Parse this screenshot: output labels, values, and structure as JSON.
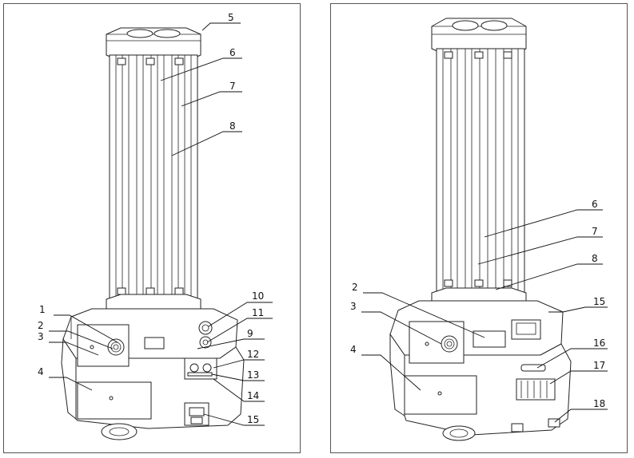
{
  "figure": {
    "left_view": {
      "callouts": [
        "1",
        "2",
        "3",
        "4",
        "5",
        "6",
        "7",
        "8",
        "9",
        "10",
        "11",
        "12",
        "13",
        "14",
        "15"
      ]
    },
    "right_view": {
      "callouts": [
        "2",
        "3",
        "4",
        "6",
        "7",
        "8",
        "15",
        "16",
        "17",
        "18"
      ]
    }
  }
}
